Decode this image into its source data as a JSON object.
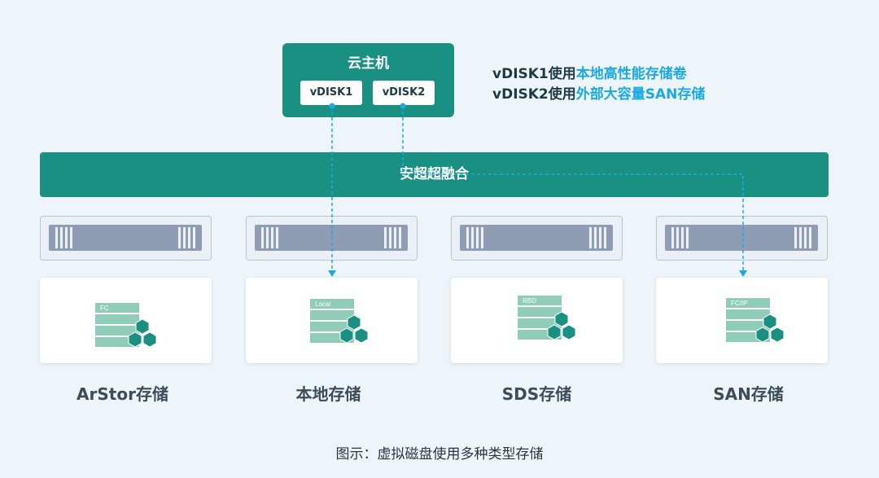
{
  "vm": {
    "title": "云主机",
    "disks": [
      "vDISK1",
      "vDISK2"
    ]
  },
  "annotation": {
    "line1": {
      "prefix": "vDISK1使用",
      "highlight": "本地高性能存储卷"
    },
    "line2": {
      "prefix": "vDISK2使用",
      "highlight": "外部大容量SAN存储"
    }
  },
  "platform": {
    "label": "安超超融合"
  },
  "storages": [
    {
      "name": "ArStor存储",
      "tag": "FC"
    },
    {
      "name": "本地存储",
      "tag": "Local"
    },
    {
      "name": "SDS存储",
      "tag": "RBD"
    },
    {
      "name": "SAN存储",
      "tag": "FC/IP"
    }
  ],
  "caption": "图示：虚拟磁盘使用多种类型存储",
  "colors": {
    "teal": "#1a9082",
    "accent_blue": "#1aa9e3",
    "dark_text": "#1d3a46",
    "card_green": "#8fcdb9",
    "hex_green": "#1a9082"
  }
}
